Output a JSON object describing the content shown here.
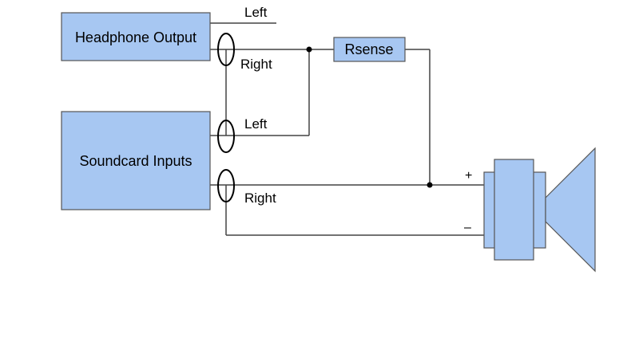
{
  "blocks": {
    "headphone_output": "Headphone Output",
    "soundcard_inputs": "Soundcard Inputs",
    "rsense": "Rsense"
  },
  "jack_labels": {
    "hp_left": "Left",
    "hp_right": "Right",
    "sc_left": "Left",
    "sc_right": "Right"
  },
  "speaker": {
    "plus": "+",
    "minus": "–"
  },
  "colors": {
    "block_fill": "#a7c7f2",
    "wire": "#444444"
  }
}
